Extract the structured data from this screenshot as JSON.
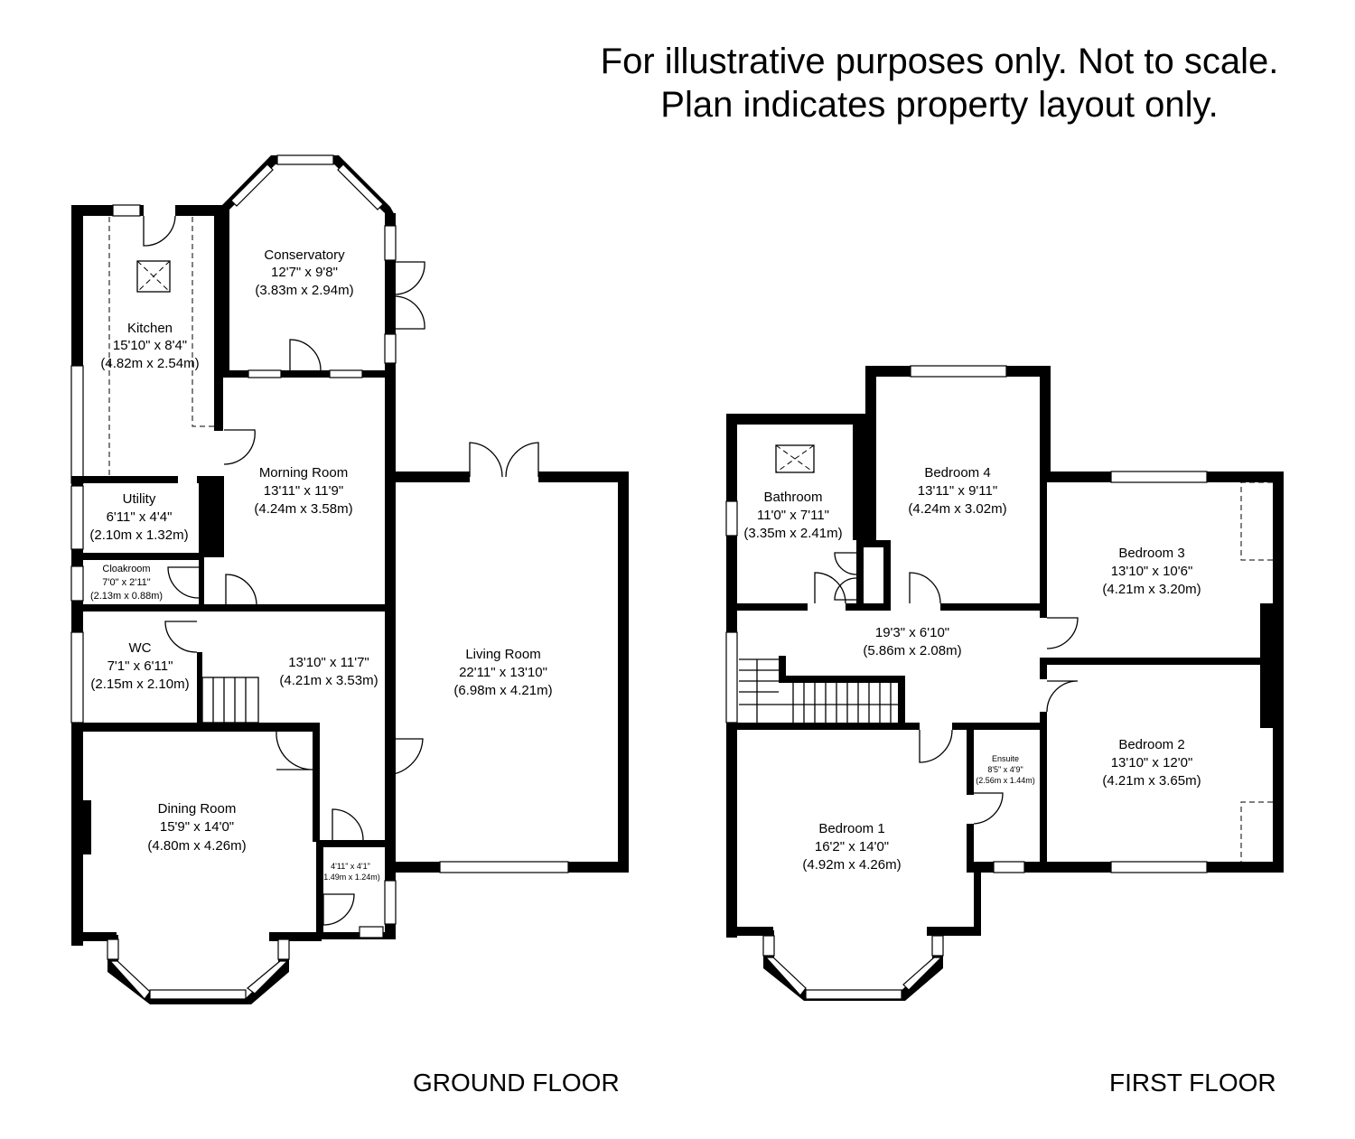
{
  "disclaimer": {
    "line1": "For illustrative purposes only. Not to scale.",
    "line2": "Plan indicates property layout only."
  },
  "ground_floor": {
    "label": "GROUND FLOOR",
    "rooms": [
      {
        "name": "Conservatory",
        "imperial": "12'7\" x 9'8\"",
        "metric": "(3.83m x 2.94m)"
      },
      {
        "name": "Kitchen",
        "imperial": "15'10\" x 8'4\"",
        "metric": "(4.82m x 2.54m)"
      },
      {
        "name": "Morning Room",
        "imperial": "13'11\" x 11'9\"",
        "metric": "(4.24m x 3.58m)"
      },
      {
        "name": "Utility",
        "imperial": "6'11\" x 4'4\"",
        "metric": "(2.10m x 1.32m)"
      },
      {
        "name": "Cloakroom",
        "imperial": "7'0\" x 2'11\"",
        "metric": "(2.13m x 0.88m)"
      },
      {
        "name": "WC",
        "imperial": "7'1\" x 6'11\"",
        "metric": "(2.15m x 2.10m)"
      },
      {
        "name": "",
        "imperial": "13'10\" x 11'7\"",
        "metric": "(4.21m x 3.53m)"
      },
      {
        "name": "Living Room",
        "imperial": "22'11\" x 13'10\"",
        "metric": "(6.98m x 4.21m)"
      },
      {
        "name": "Dining Room",
        "imperial": "15'9\" x 14'0\"",
        "metric": "(4.80m x 4.26m)"
      },
      {
        "name": "",
        "imperial": "4'11\" x 4'1\"",
        "metric": "(1.49m x 1.24m)"
      }
    ]
  },
  "first_floor": {
    "label": "FIRST FLOOR",
    "rooms": [
      {
        "name": "Bathroom",
        "imperial": "11'0\" x 7'11\"",
        "metric": "(3.35m x 2.41m)"
      },
      {
        "name": "Bedroom 4",
        "imperial": "13'11\" x 9'11\"",
        "metric": "(4.24m x 3.02m)"
      },
      {
        "name": "Bedroom 3",
        "imperial": "13'10\" x 10'6\"",
        "metric": "(4.21m x 3.20m)"
      },
      {
        "name": "",
        "imperial": "19'3\" x 6'10\"",
        "metric": "(5.86m x 2.08m)"
      },
      {
        "name": "Bedroom 2",
        "imperial": "13'10\" x 12'0\"",
        "metric": "(4.21m x 3.65m)"
      },
      {
        "name": "Ensuite",
        "imperial": "8'5\" x 4'9\"",
        "metric": "(2.56m x 1.44m)"
      },
      {
        "name": "Bedroom 1",
        "imperial": "16'2\" x 14'0\"",
        "metric": "(4.92m x 4.26m)"
      }
    ]
  }
}
